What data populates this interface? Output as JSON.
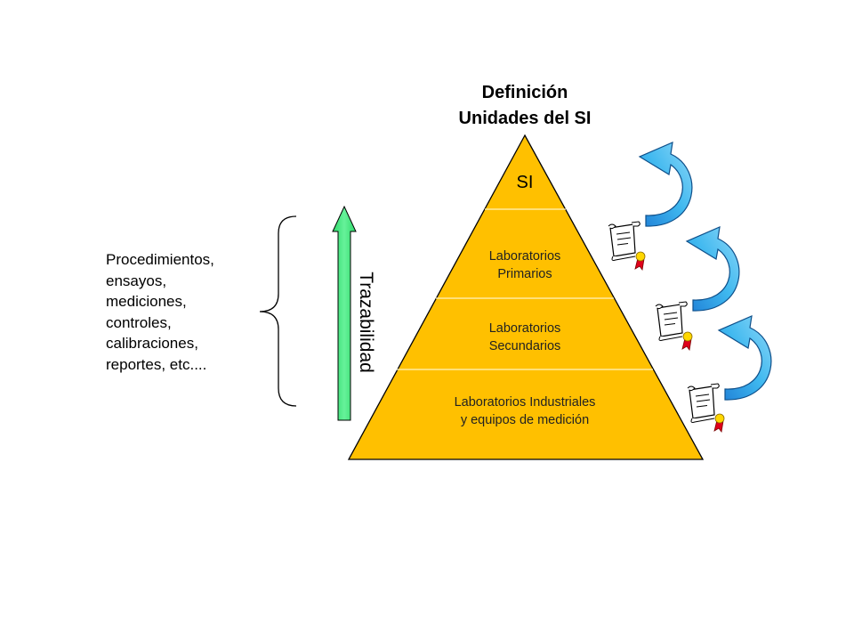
{
  "title": {
    "line1": "Definición",
    "line2": "Unidades del SI"
  },
  "pyramid": {
    "levels": [
      {
        "lines": [
          "SI"
        ]
      },
      {
        "lines": [
          "Laboratorios",
          "Primarios"
        ]
      },
      {
        "lines": [
          "Laboratorios",
          "Secundarios"
        ]
      },
      {
        "lines": [
          "Laboratorios Industriales",
          "y equipos de medición"
        ]
      }
    ]
  },
  "arrow_label": "Trazabilidad",
  "procedures": {
    "lines": [
      "Procedimientos,",
      "ensayos,",
      "mediciones,",
      "controles,",
      "calibraciones,",
      "reportes, etc...."
    ]
  },
  "colors": {
    "pyramid_fill": "#FFC000",
    "arrow_green": "#33E676",
    "curved_arrow_blue": "#29A9E8",
    "seal_red": "#E0001B",
    "seal_yellow": "#FFD700"
  },
  "icons": [
    "certificate-scroll-icon",
    "curved-arrow-icon"
  ]
}
